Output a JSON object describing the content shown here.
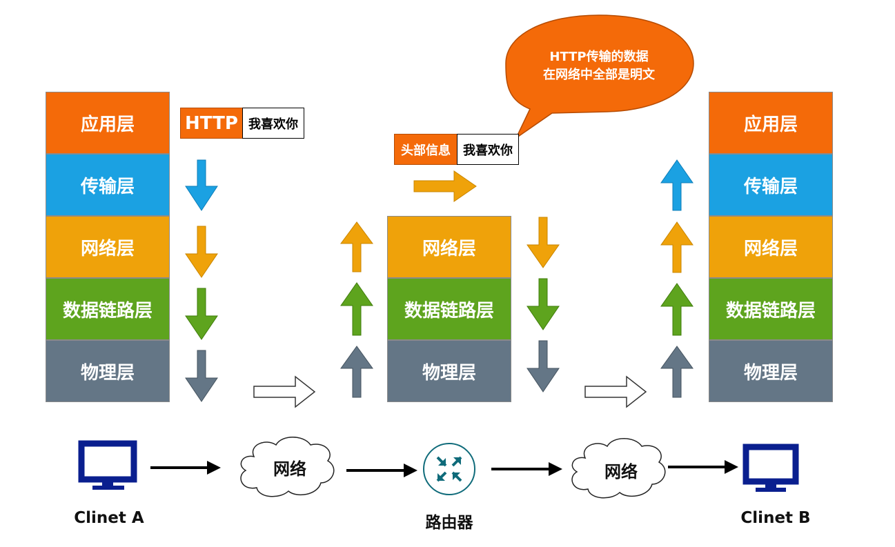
{
  "colors": {
    "application": "#f46a09",
    "transport": "#1ba1e2",
    "network": "#efa20a",
    "datalink": "#5ea41e",
    "physical": "#647686",
    "device": "#0a1f8f",
    "router": "#0f6b7a"
  },
  "stack_left": {
    "application": "应用层",
    "transport": "传输层",
    "network": "网络层",
    "datalink": "数据链路层",
    "physical": "物理层"
  },
  "stack_router": {
    "network": "网络层",
    "datalink": "数据链路层",
    "physical": "物理层"
  },
  "stack_right": {
    "application": "应用层",
    "transport": "传输层",
    "network": "网络层",
    "datalink": "数据链路层",
    "physical": "物理层"
  },
  "packet_http": {
    "header": "HTTP",
    "body": "我喜欢你"
  },
  "packet_transport": {
    "header": "头部信息",
    "body": "我喜欢你"
  },
  "bubble": {
    "line1": "HTTP传输的数据",
    "line2": "在网络中全部是明文"
  },
  "bottom": {
    "client_a": "Clinet A",
    "router": "路由器",
    "client_b": "Clinet B",
    "network_1": "网络",
    "network_2": "网络"
  },
  "icons": {
    "client_a": "monitor-icon",
    "client_b": "monitor-icon",
    "router": "router-icon",
    "network": "cloud-icon"
  }
}
